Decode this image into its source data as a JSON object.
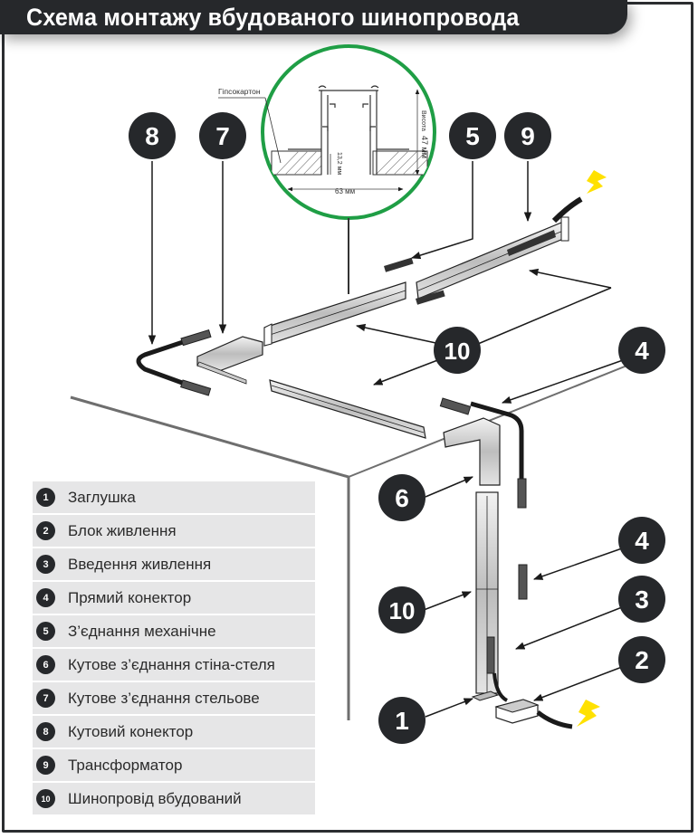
{
  "title": "Схема монтажу вбудованого шинопровода",
  "detail_view": {
    "material_label": "Гіпсокартон",
    "height_label": "Висота",
    "height_value": "47 мм",
    "depth_value": "13,2 мм",
    "width_value": "63 мм"
  },
  "callouts": {
    "c8": "8",
    "c7": "7",
    "c5": "5",
    "c9": "9",
    "c10_top": "10",
    "c4_top": "4",
    "c6": "6",
    "c4_mid": "4",
    "c10_bottom": "10",
    "c3": "3",
    "c1": "1",
    "c2": "2"
  },
  "legend": [
    {
      "num": "1",
      "label": "Заглушка"
    },
    {
      "num": "2",
      "label": "Блок живлення"
    },
    {
      "num": "3",
      "label": "Введення живлення"
    },
    {
      "num": "4",
      "label": "Прямий конектор"
    },
    {
      "num": "5",
      "label": "З’єднання механічне"
    },
    {
      "num": "6",
      "label": "Кутове з’єднання стіна-стеля"
    },
    {
      "num": "7",
      "label": "Кутове з’єднання стельове"
    },
    {
      "num": "8",
      "label": "Кутовий конектор"
    },
    {
      "num": "9",
      "label": "Трансформатор"
    },
    {
      "num": "10",
      "label": "Шинопровід вбудований"
    }
  ],
  "icons": {
    "power": "lightning-bolt-icon"
  },
  "colors": {
    "callout": "#26282b",
    "detail_ring": "#1f9e45",
    "power_bolt": "#ffe100",
    "legend_bg": "#e6e6e7"
  }
}
